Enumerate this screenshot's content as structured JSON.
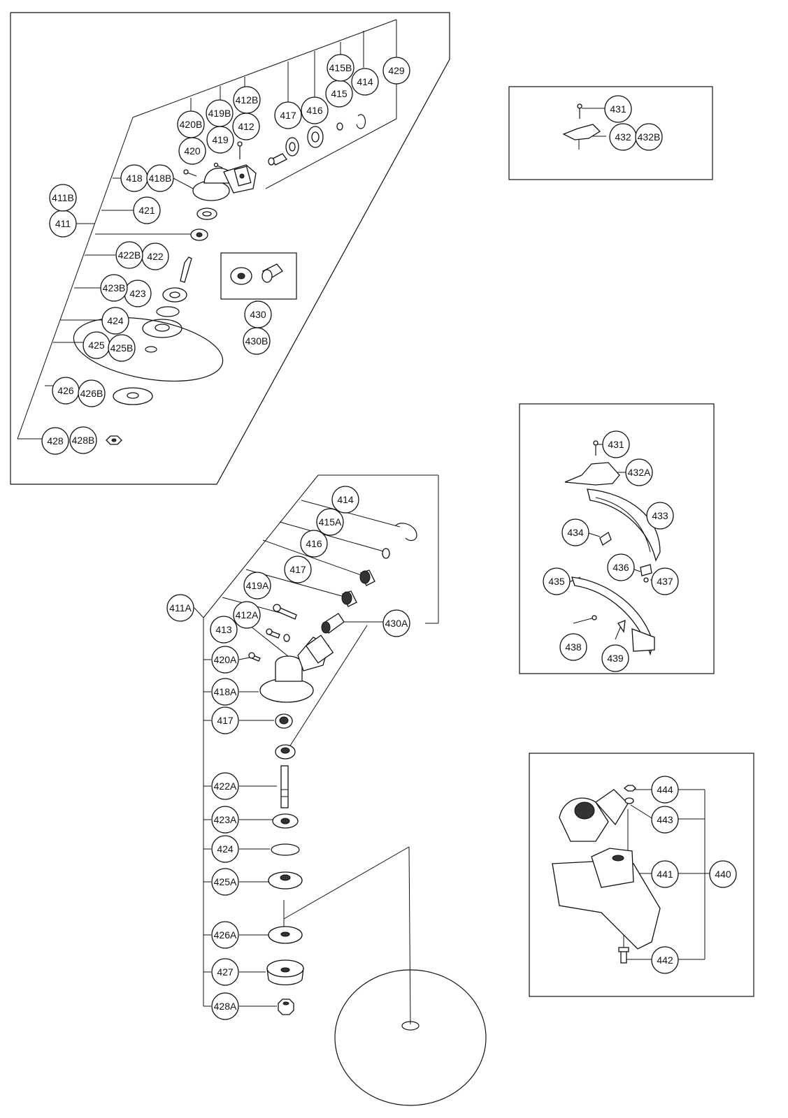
{
  "labels": {
    "c411": "411",
    "c411B": "411B",
    "c412": "412",
    "c412B": "412B",
    "c414a": "414",
    "c415": "415",
    "c415B": "415B",
    "c416a": "416",
    "c417a": "417",
    "c418": "418",
    "c418B": "418B",
    "c419": "419",
    "c419B": "419B",
    "c420": "420",
    "c420B": "420B",
    "c421": "421",
    "c422": "422",
    "c422B": "422B",
    "c423": "423",
    "c423B": "423B",
    "c424a": "424",
    "c425": "425",
    "c425B": "425B",
    "c426": "426",
    "c426B": "426B",
    "c428": "428",
    "c428B": "428B",
    "c429": "429",
    "c430": "430",
    "c430B": "430B",
    "c431a": "431",
    "c432": "432",
    "c432B": "432B",
    "c414b": "414",
    "c415A": "415A",
    "c416b": "416",
    "c417b": "417",
    "c419A": "419A",
    "c412A": "412A",
    "c413": "413",
    "c411A": "411A",
    "c430A": "430A",
    "c420A": "420A",
    "c418A": "418A",
    "c417c": "417",
    "c422A": "422A",
    "c423A": "423A",
    "c424b": "424",
    "c425A": "425A",
    "c426A": "426A",
    "c427": "427",
    "c428A": "428A",
    "c431b": "431",
    "c432A": "432A",
    "c433": "433",
    "c434": "434",
    "c435": "435",
    "c436": "436",
    "c437": "437",
    "c438": "438",
    "c439": "439",
    "c440": "440",
    "c441": "441",
    "c442": "442",
    "c443": "443",
    "c444": "444"
  }
}
